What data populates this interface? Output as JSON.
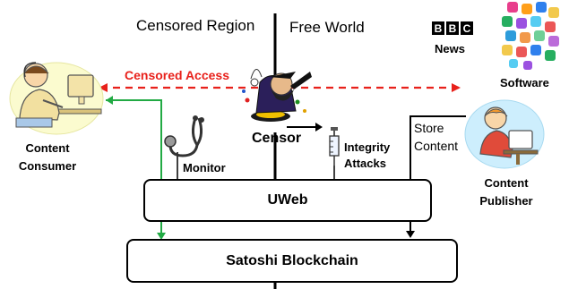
{
  "regions": {
    "censored": "Censored Region",
    "free": "Free World"
  },
  "labels": {
    "censored_access": "Censored Access",
    "censor": "Censor",
    "monitor": "Monitor",
    "integrity_attacks_line1": "Integrity",
    "integrity_attacks_line2": "Attacks",
    "store_content_line1": "Store",
    "store_content_line2": "Content",
    "content_consumer_line1": "Content",
    "content_consumer_line2": "Consumer",
    "content_publisher_line1": "Content",
    "content_publisher_line2": "Publisher",
    "news": "News",
    "software": "Software",
    "bbc": [
      "B",
      "B",
      "C"
    ]
  },
  "boxes": {
    "uweb": "UWeb",
    "blockchain": "Satoshi Blockchain"
  },
  "colors": {
    "censored_access_arrow": "#e8211b",
    "consumer_path": "#22aa44",
    "line": "#000000"
  }
}
